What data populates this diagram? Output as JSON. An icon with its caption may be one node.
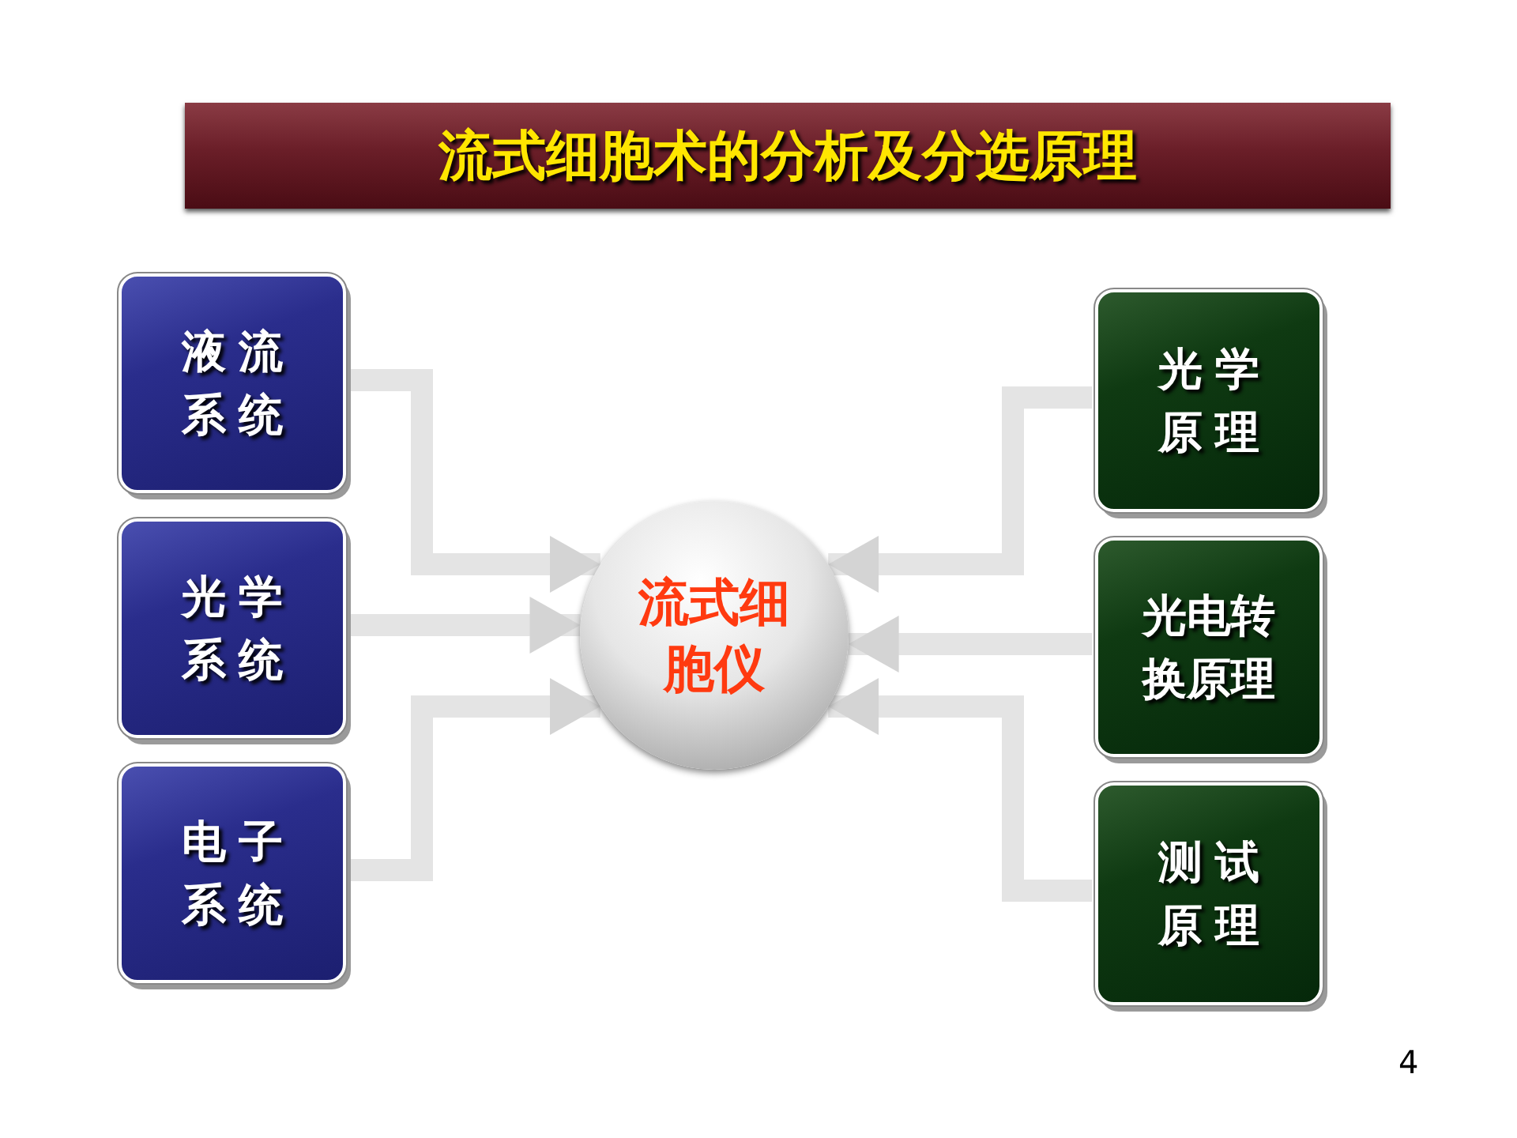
{
  "diagram": {
    "title": "流式细胞术的分析及分选原理",
    "nodes": [
      {
        "text": [
          "液流系统"
        ]
      },
      {
        "text": [
          "光学系统"
        ]
      },
      {
        "text": [
          "电子系统"
        ]
      },
      {
        "text": [
          "流式细胞仪"
        ]
      },
      {
        "text": [
          "光学原理"
        ]
      },
      {
        "text": [
          "光电转换原理"
        ]
      },
      {
        "text": [
          "测试原理"
        ]
      }
    ],
    "edges": [
      {
        "from": 0,
        "to": 3,
        "arrow": "to"
      },
      {
        "from": 1,
        "to": 3,
        "arrow": "to"
      },
      {
        "from": 2,
        "to": 3,
        "arrow": "to"
      },
      {
        "from": 4,
        "to": 3,
        "arrow": "to"
      },
      {
        "from": 5,
        "to": 3,
        "arrow": "to"
      },
      {
        "from": 6,
        "to": 3,
        "arrow": "to"
      }
    ],
    "labels": [
      "4"
    ]
  }
}
